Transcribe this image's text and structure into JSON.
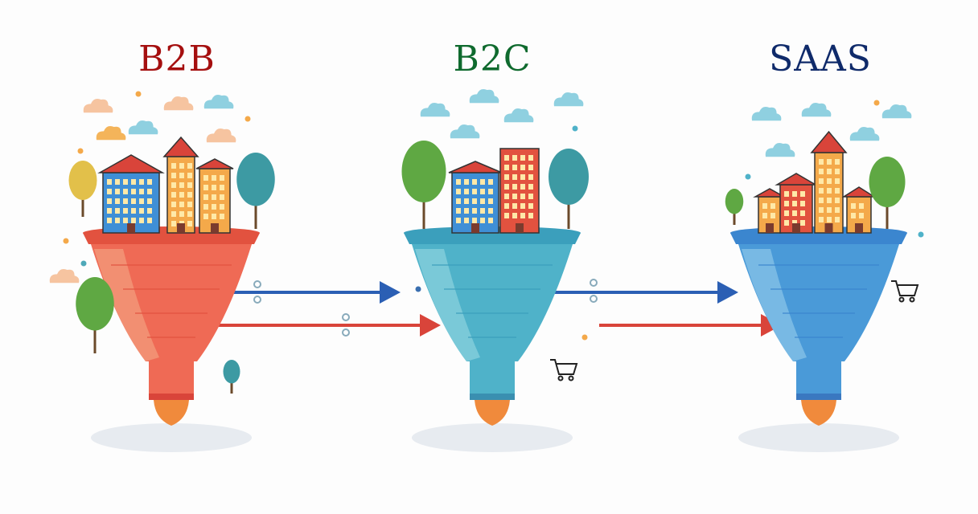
{
  "funnels": [
    {
      "title": "B2B",
      "title_color": "#a50f0f",
      "body_color": "#ef6a55",
      "body_light": "#f4a07f",
      "rim_color": "#e2523f",
      "nozzle_color": "#d9443a"
    },
    {
      "title": "B2C",
      "title_color": "#0f6a2e",
      "body_color": "#4fb2c9",
      "body_light": "#8dd3de",
      "rim_color": "#3b9fbc",
      "nozzle_color": "#3a8fb0"
    },
    {
      "title": "SAAS",
      "title_color": "#0f2a6a",
      "body_color": "#4a9ad8",
      "body_light": "#8cc6ea",
      "rim_color": "#3b86cf",
      "nozzle_color": "#3a78c0"
    }
  ],
  "colors": {
    "arrow_blue": "#2b5fb4",
    "arrow_red": "#d9443a",
    "tip": "#f08a3c",
    "cloud_warm": "#f6c4a0",
    "cloud_cool": "#8fd0e0",
    "tree": "#5fa843"
  }
}
